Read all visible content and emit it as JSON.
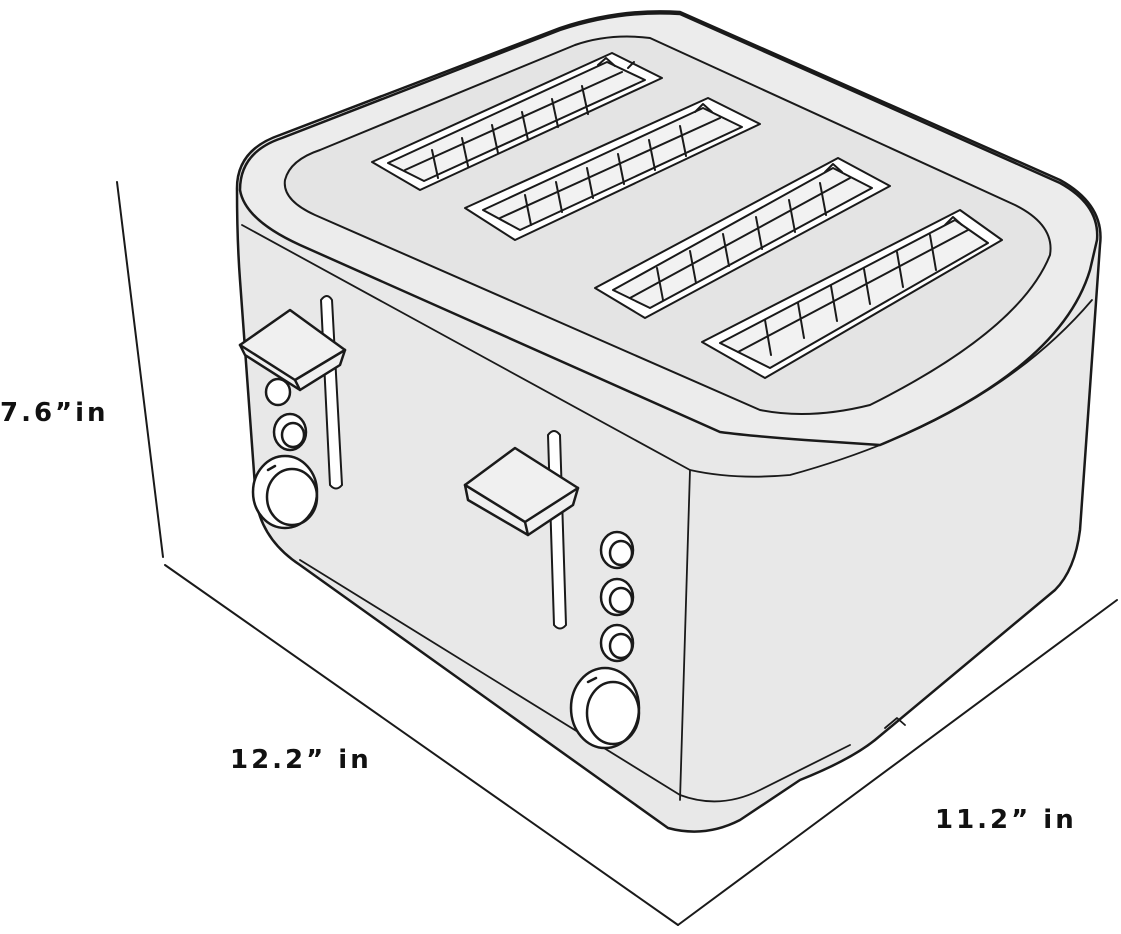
{
  "dimensions": {
    "height": "7.6”in",
    "width": "12.2” in",
    "depth": "11.2” in"
  },
  "colors": {
    "outline": "#1a1a1a",
    "body_fill": "#e8e8e8",
    "slot_fill": "#ffffff",
    "background": "#ffffff"
  }
}
